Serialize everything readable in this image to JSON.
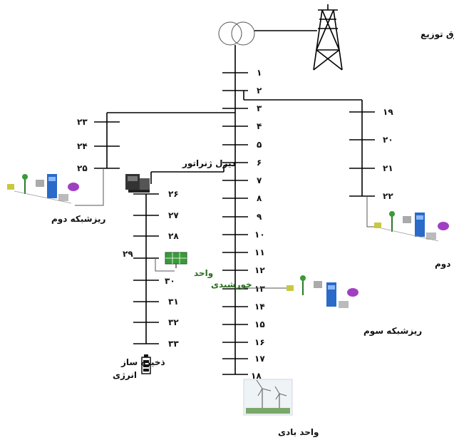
{
  "grid_label": "شبکه فوق توزیع",
  "buses": {
    "b1": "۱",
    "b2": "۲",
    "b3": "۳",
    "b4": "۴",
    "b5": "۵",
    "b6": "۶",
    "b7": "۷",
    "b8": "۸",
    "b9": "۹",
    "b10": "۱۰",
    "b11": "۱۱",
    "b12": "۱۲",
    "b13": "۱۳",
    "b14": "۱۴",
    "b15": "۱۵",
    "b16": "۱۶",
    "b17": "۱۷",
    "b18": "۱۸",
    "b19": "۱۹",
    "b20": "۲۰",
    "b21": "۲۱",
    "b22": "۲۲",
    "b23": "۲۳",
    "b24": "۲۴",
    "b25": "۲۵",
    "b26": "۲۶",
    "b27": "۲۷",
    "b28": "۲۸",
    "b29": "۲۹",
    "b30": "۳۰",
    "b31": "۳۱",
    "b32": "۳۲",
    "b33": "۳۳"
  },
  "labels": {
    "diesel": "دیزل ژنراتور",
    "microgrid_left": "ریزشبکه دوم",
    "microgrid_right": "ریزشبکه دوم",
    "microgrid_third": "ریزشبکه سوم",
    "solar_line1": "واحد",
    "solar_line2": "خورشیدی",
    "storage_line1": "ذخیره ساز",
    "storage_line2": "انرژی",
    "wind": "واحد بادی"
  },
  "colors": {
    "line": "#000000",
    "solar_label": "#2a6e1e"
  }
}
